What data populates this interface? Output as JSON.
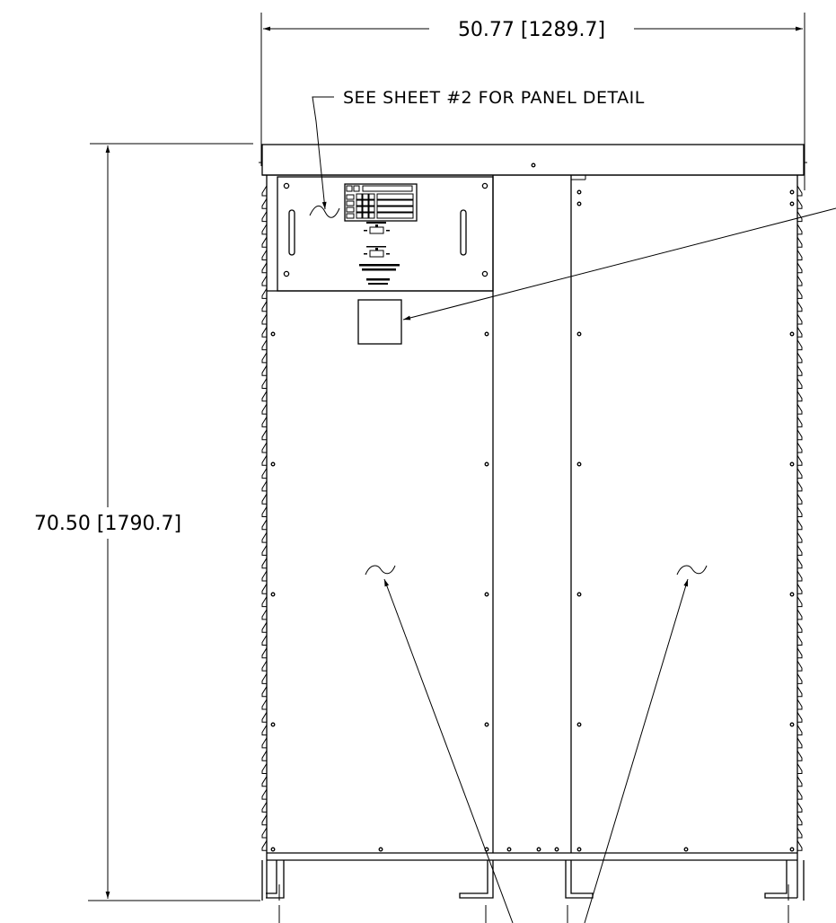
{
  "dimensions": {
    "width_label": "50.77 [1289.7]",
    "height_label": "70.50 [1790.7]"
  },
  "notes": {
    "panel_detail": "SEE SHEET #2 FOR PANEL DETAIL"
  }
}
